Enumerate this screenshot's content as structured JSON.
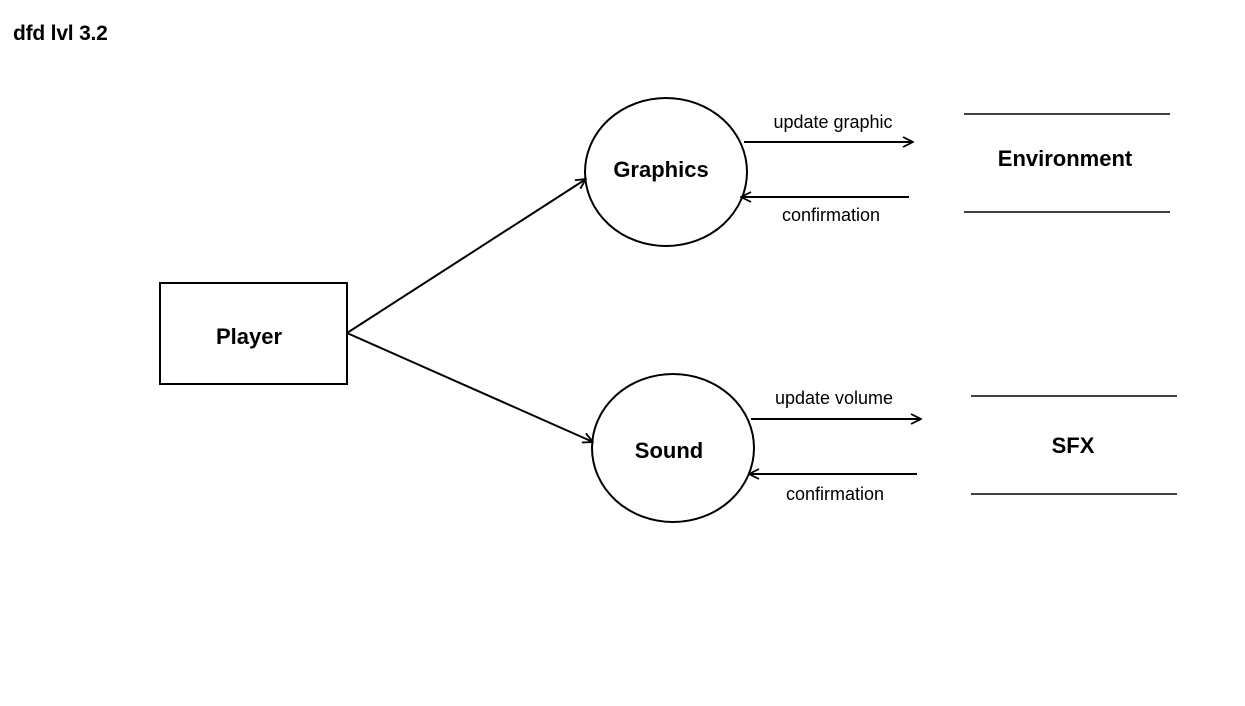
{
  "title": "dfd lvl 3.2",
  "entities": {
    "player": {
      "label": "Player"
    }
  },
  "processes": {
    "graphics": {
      "label": "Graphics"
    },
    "sound": {
      "label": "Sound"
    }
  },
  "data_stores": {
    "environment": {
      "label": "Environment"
    },
    "sfx": {
      "label": "SFX"
    }
  },
  "flows": {
    "update_graphic": {
      "label": "update graphic"
    },
    "graphics_confirmation": {
      "label": "confirmation"
    },
    "update_volume": {
      "label": "update volume"
    },
    "sound_confirmation": {
      "label": "confirmation"
    }
  }
}
